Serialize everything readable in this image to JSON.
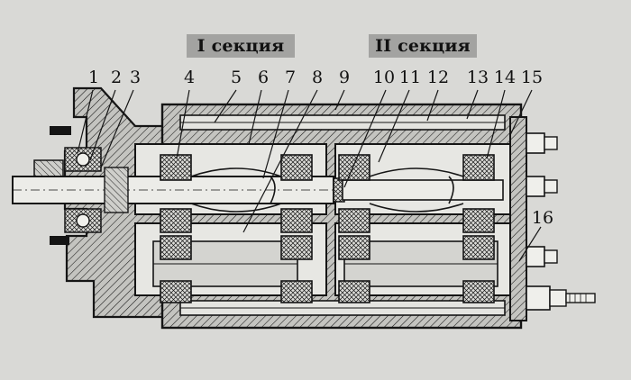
{
  "titles": {
    "section_1": "I секция",
    "section_2": "II секция"
  },
  "callouts": [
    {
      "id": "p1",
      "label": "1"
    },
    {
      "id": "p2",
      "label": "2"
    },
    {
      "id": "p3",
      "label": "3"
    },
    {
      "id": "p4",
      "label": "4"
    },
    {
      "id": "p5",
      "label": "5"
    },
    {
      "id": "p6",
      "label": "6"
    },
    {
      "id": "p7",
      "label": "7"
    },
    {
      "id": "p8",
      "label": "8"
    },
    {
      "id": "p9",
      "label": "9"
    },
    {
      "id": "p10",
      "label": "10"
    },
    {
      "id": "p11",
      "label": "11"
    },
    {
      "id": "p12",
      "label": "12"
    },
    {
      "id": "p13",
      "label": "13"
    },
    {
      "id": "p14",
      "label": "14"
    },
    {
      "id": "p15",
      "label": "15"
    },
    {
      "id": "p16",
      "label": "16"
    }
  ],
  "colors": {
    "background": "#d9d9d6",
    "ink": "#151515",
    "title_band": "#a3a3a1",
    "hatch_fill": "#c4c4c0"
  }
}
